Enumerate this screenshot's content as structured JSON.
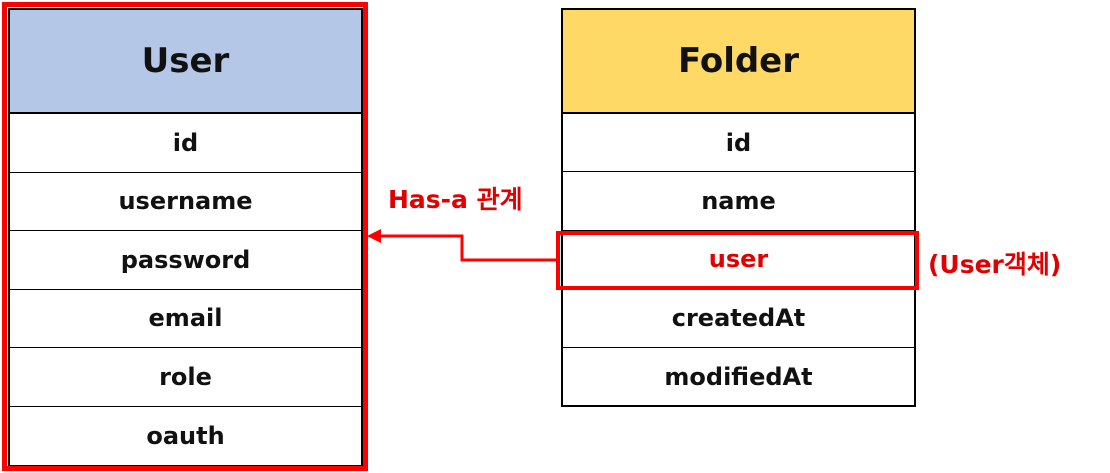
{
  "user_entity": {
    "title": "User",
    "fields": [
      "id",
      "username",
      "password",
      "email",
      "role",
      "oauth"
    ]
  },
  "folder_entity": {
    "title": "Folder",
    "fields": [
      "id",
      "name",
      "user",
      "createdAt",
      "modifiedAt"
    ],
    "highlighted_field": "user"
  },
  "relation": {
    "label": "Has-a 관계"
  },
  "annotation": {
    "object_note": "(User객체)"
  },
  "colors": {
    "user_header": "#b4c7e7",
    "folder_header": "#ffd966",
    "highlight": "#ff0000",
    "highlight_text": "#e00000"
  }
}
